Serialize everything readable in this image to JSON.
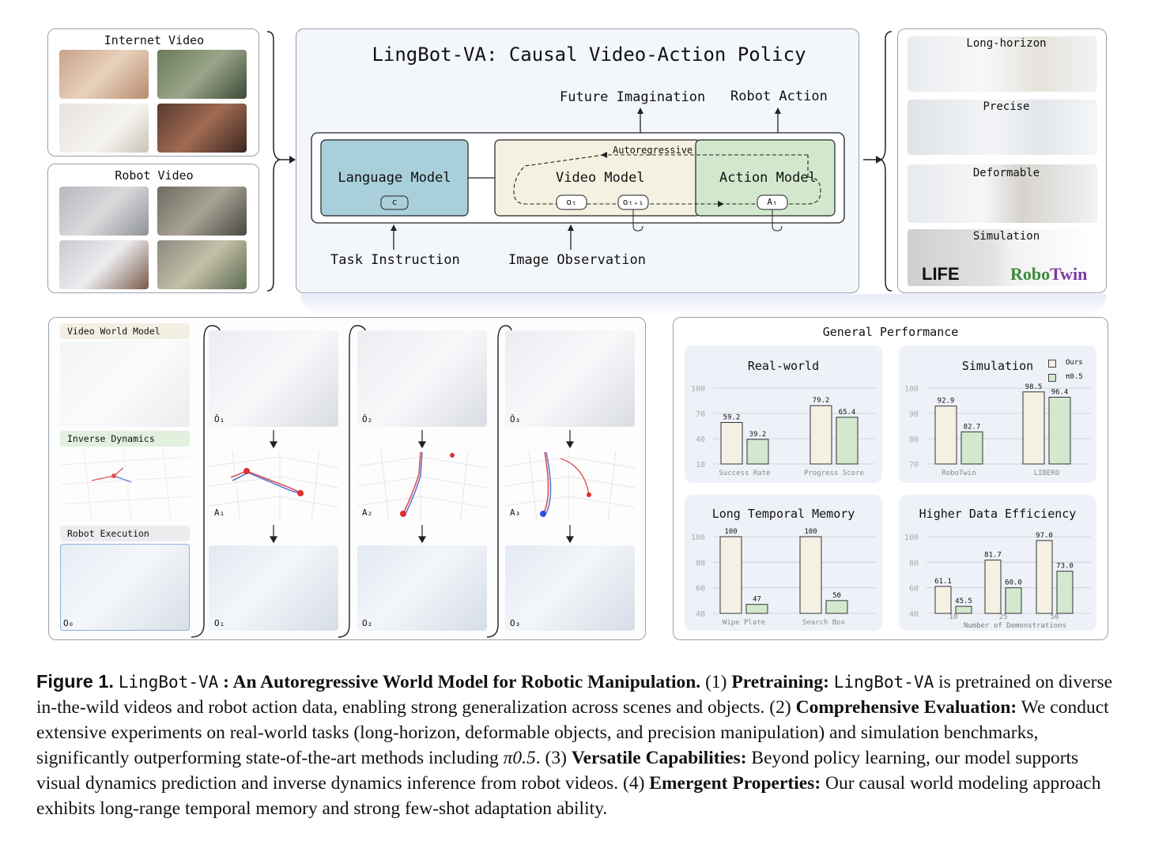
{
  "sources": {
    "internet_title": "Internet Video",
    "robot_title": "Robot Video"
  },
  "main": {
    "title": "LingBot-VA: Causal Video-Action Policy",
    "future_label": "Future Imagination",
    "action_label": "Robot Action",
    "language_model": "Language Model",
    "c_token": "c",
    "autoregressive": "Autoregressive",
    "video_model": "Video Model",
    "action_model": "Action Model",
    "ot": "oₜ",
    "ot1": "oₜ₊₁",
    "at": "Aₜ",
    "task_instruction": "Task Instruction",
    "image_observation": "Image Observation"
  },
  "capabilities": {
    "items": [
      "Long-horizon",
      "Precise",
      "Deformable",
      "Simulation"
    ],
    "sim_logo_left": "LIFE",
    "sim_logo_right_a": "Robo",
    "sim_logo_right_b": "Twin"
  },
  "world_model": {
    "video_world_model": "Video World Model",
    "inverse_dynamics": "Inverse Dynamics",
    "robot_execution": "Robot Execution",
    "o0": "O₀",
    "pred_labels": [
      "Ô₁",
      "Ô₂",
      "Ô₃"
    ],
    "action_labels": [
      "A₁",
      "A₂",
      "A₃"
    ],
    "obs_labels": [
      "O₁",
      "O₂",
      "O₃"
    ]
  },
  "performance": {
    "title": "General Performance",
    "legend": [
      "Ours",
      "π0.5"
    ]
  },
  "colors": {
    "ours": "#f4f1e4",
    "pi": "#d3e8cf",
    "lm_blue": "#a9cfdb",
    "vm_cream": "#f5f1e1",
    "am_green": "#d2e8cd",
    "panel_bg": "#f3f6fb"
  },
  "chart_data": [
    {
      "type": "bar",
      "title": "Real-world",
      "categories": [
        "Success Rate",
        "Progress Score"
      ],
      "series": [
        {
          "name": "Ours",
          "values": [
            59.2,
            79.2
          ]
        },
        {
          "name": "π0.5",
          "values": [
            39.2,
            65.4
          ]
        }
      ],
      "yticks": [
        "10",
        "40",
        "70",
        "100"
      ],
      "ylim": [
        10,
        100
      ]
    },
    {
      "type": "bar",
      "title": "Simulation",
      "categories": [
        "RoboTwin",
        "LIBERO"
      ],
      "series": [
        {
          "name": "Ours",
          "values": [
            92.9,
            98.5
          ]
        },
        {
          "name": "π0.5",
          "values": [
            82.7,
            96.4
          ]
        }
      ],
      "yticks": [
        "70",
        "80",
        "90",
        "100"
      ],
      "ylim": [
        70,
        100
      ]
    },
    {
      "type": "bar",
      "title": "Long Temporal Memory",
      "categories": [
        "Wipe Plate",
        "Search Box"
      ],
      "series": [
        {
          "name": "Ours",
          "values": [
            100,
            100
          ]
        },
        {
          "name": "π0.5",
          "values": [
            47,
            50
          ]
        }
      ],
      "yticks": [
        "40",
        "60",
        "80",
        "100"
      ],
      "ylim": [
        40,
        100
      ]
    },
    {
      "type": "bar",
      "title": "Higher Data Efficiency",
      "categories": [
        "10",
        "25",
        "50"
      ],
      "xlabel": "Number of Demonstrations",
      "series": [
        {
          "name": "Ours",
          "values": [
            61.1,
            81.7,
            97.0
          ]
        },
        {
          "name": "π0.5",
          "values": [
            45.5,
            60.0,
            73.0
          ]
        }
      ],
      "yticks": [
        "40",
        "60",
        "80",
        "100"
      ],
      "ylim": [
        40,
        100
      ]
    }
  ],
  "caption": {
    "fig": "Figure 1.",
    "name1": "LingBot-VA",
    "title": " : An Autoregressive World Model for Robotic Manipulation.",
    "p1_num": " (1) ",
    "p1_head": "Pretraining:",
    "p1_name": "LingBot-VA",
    "p1_text": " is pretrained on diverse in-the-wild videos and robot action data, enabling strong generalization across scenes and objects. (2) ",
    "p2_head": "Comprehensive Evaluation:",
    "p2_text": " We conduct extensive experiments on real-world tasks (long-horizon, deformable objects, and precision manipulation) and simulation benchmarks, significantly outperforming state-of-the-art methods including ",
    "p2_pi": "π0.5",
    "p2_end": ". (3) ",
    "p3_head": "Versatile Capabilities:",
    "p3_text": " Beyond policy learning, our model supports visual dynamics prediction and inverse dynamics inference from robot videos. (4) ",
    "p4_head": "Emergent Properties:",
    "p4_text": " Our causal world modeling approach exhibits long-range temporal memory and strong few-shot adaptation ability."
  }
}
